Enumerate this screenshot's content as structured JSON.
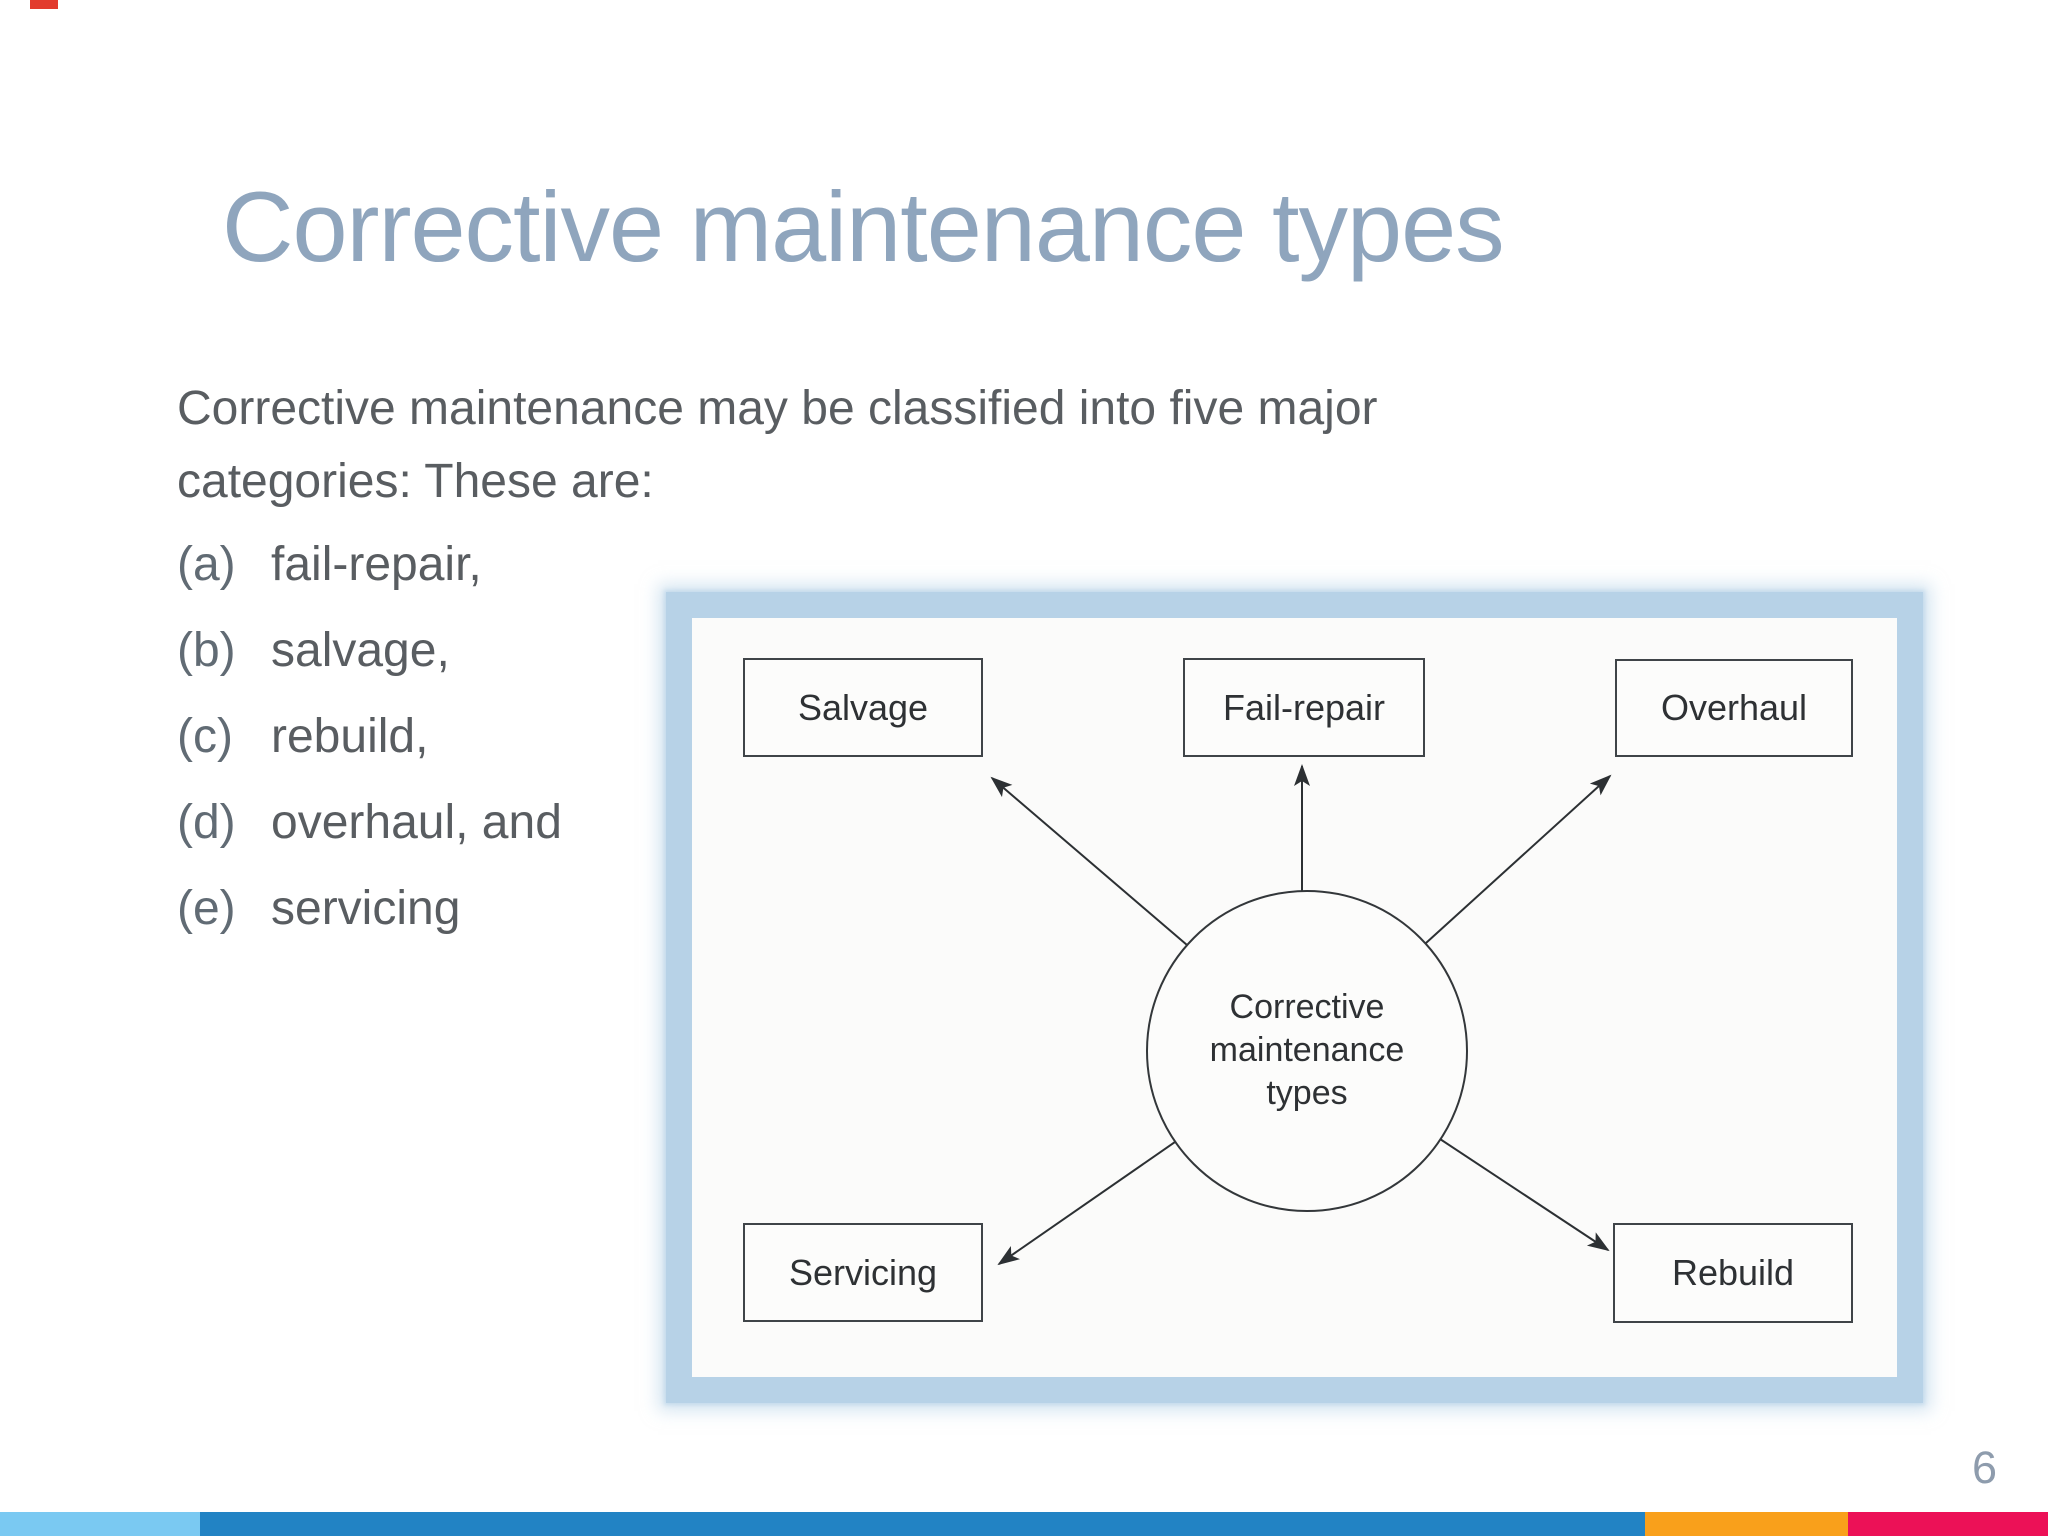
{
  "slide": {
    "title": "Corrective maintenance types",
    "intro_lines": [
      "Corrective maintenance may be classified into five major",
      "categories: These are:"
    ],
    "list": [
      {
        "marker": "(a)",
        "text": "fail-repair,"
      },
      {
        "marker": "(b)",
        "text": "salvage,"
      },
      {
        "marker": "(c)",
        "text": "rebuild,"
      },
      {
        "marker": "(d)",
        "text": "overhaul, and"
      },
      {
        "marker": "(e)",
        "text": "servicing"
      }
    ],
    "page_number": "6"
  },
  "diagram": {
    "center_label": "Corrective maintenance types",
    "nodes": {
      "top_left": "Salvage",
      "top_center": "Fail-repair",
      "top_right": "Overhaul",
      "bottom_left": "Servicing",
      "bottom_right": "Rebuild"
    },
    "frame_color": "#b7d2e7",
    "line_color": "#2c3033"
  },
  "footer_bar": {
    "segments": [
      {
        "name": "light-blue",
        "color": "#7ac9f2"
      },
      {
        "name": "blue",
        "color": "#2283c4"
      },
      {
        "name": "orange",
        "color": "#f9a01b"
      },
      {
        "name": "pink-red",
        "color": "#ec1157"
      }
    ]
  },
  "colors": {
    "title": "#8fa5bd",
    "body_text": "#595d61",
    "page_number": "#8e9cad"
  }
}
